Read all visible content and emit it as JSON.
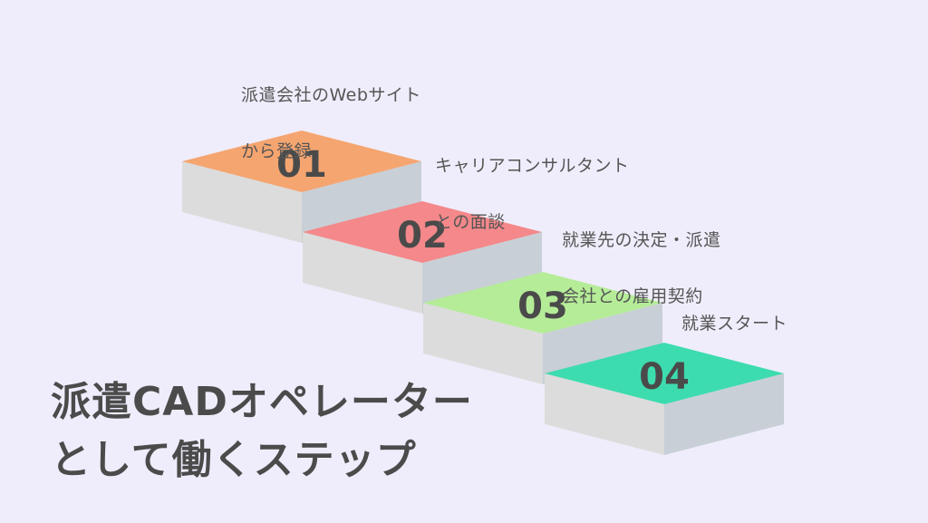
{
  "title": {
    "line1": "派遣CADオペレーター",
    "line2": "として働くステップ"
  },
  "steps": [
    {
      "number": "01",
      "color": "#f5a570",
      "desc": [
        "派遣会社のWebサイト",
        "から登録"
      ]
    },
    {
      "number": "02",
      "color": "#f4888a",
      "desc": [
        "キャリアコンサルタント",
        "との面談"
      ]
    },
    {
      "number": "03",
      "color": "#b5ec98",
      "desc": [
        "就業先の決定・派遣",
        "会社との雇用契約"
      ]
    },
    {
      "number": "04",
      "color": "#3ddcaf",
      "desc": [
        "就業スタート"
      ]
    }
  ],
  "colors": {
    "background": "#efedfb",
    "side_left": "#dcdcdc",
    "side_right": "#c8cfd6"
  }
}
